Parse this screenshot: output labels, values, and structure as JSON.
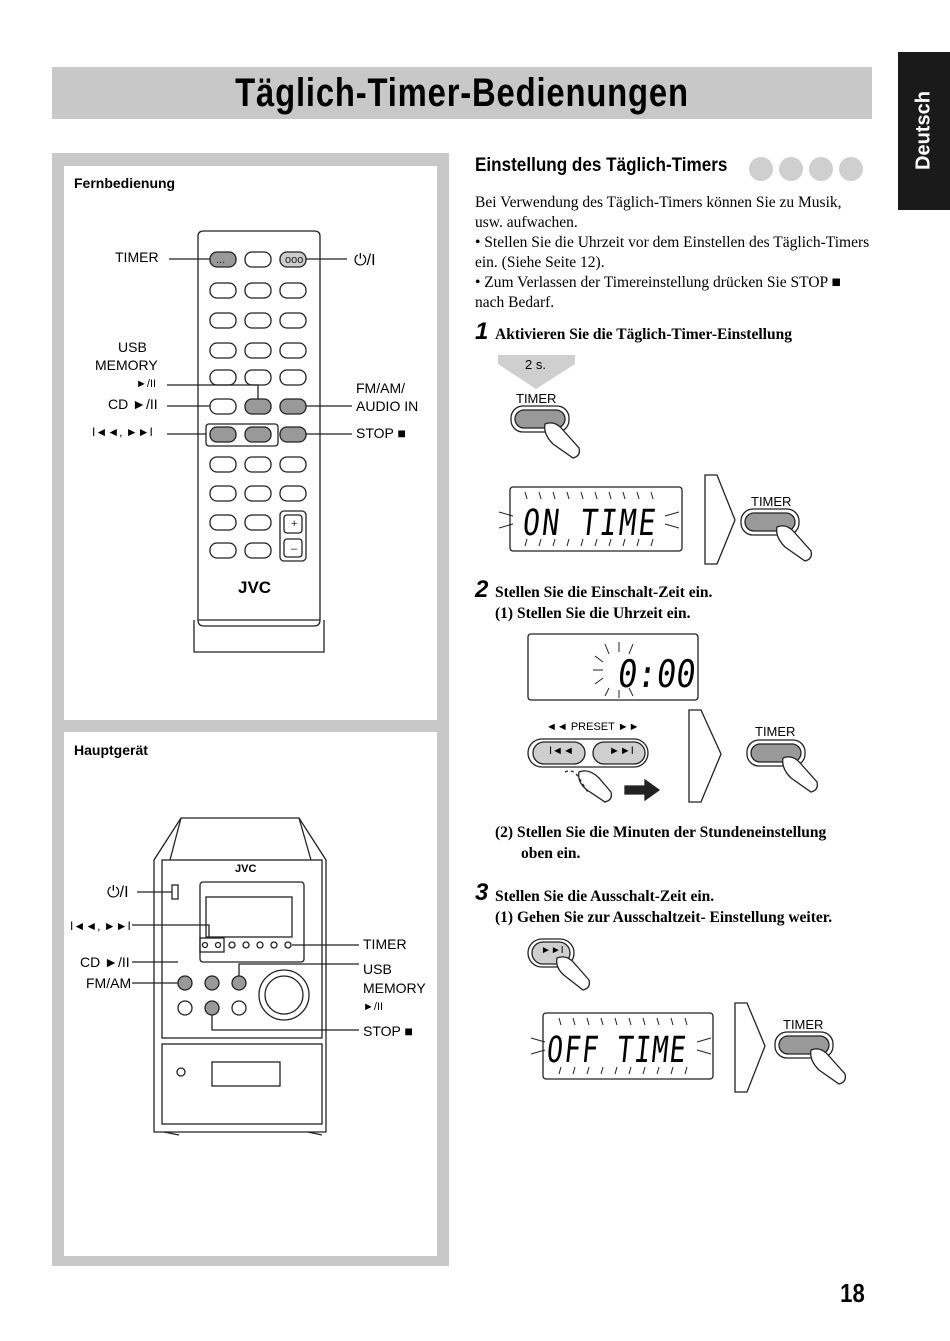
{
  "page": {
    "title": "Täglich-Timer-Bedienungen",
    "language_tab": "Deutsch",
    "page_number": "18"
  },
  "left": {
    "remote_title": "Fernbedienung",
    "remote_labels": {
      "timer": "TIMER",
      "power": "⏻/I",
      "usb": "USB",
      "memory": "MEMORY",
      "play_pause": "►/II",
      "cd": "CD ►/II",
      "skip": "I◄◄, ►►I",
      "fm_am_1": "FM/AM/",
      "fm_am_2": "AUDIO IN",
      "stop": "STOP ■",
      "brand": "JVC"
    },
    "main_title": "Hauptgerät",
    "main_labels": {
      "power": "⏻/I",
      "skip": "I◄◄, ►►I",
      "cd": "CD ►/II",
      "fm_am": "FM/AM",
      "timer": "TIMER",
      "usb": "USB",
      "memory": "MEMORY",
      "play_pause": "►/II",
      "stop": "STOP ■",
      "brand": "JVC"
    }
  },
  "right": {
    "heading": "Einstellung des Täglich-Timers",
    "intro": "Bei Verwendung des Täglich-Timers können Sie zu Musik, usw. aufwachen.",
    "bullets": [
      "• Stellen Sie die Uhrzeit vor dem Einstellen des Täglich-Timers ein. (Siehe Seite 12).",
      "• Zum Verlassen der Timereinstellung drücken Sie STOP ■ nach Bedarf."
    ],
    "steps": [
      {
        "num": "1",
        "text": "Aktivieren Sie die Täglich-Timer-Einstellung"
      },
      {
        "num": "2",
        "text": "Stellen Sie die Einschalt-Zeit ein.",
        "sub1": "(1)  Stellen Sie die Uhrzeit ein.",
        "sub2a": "(2)  Stellen Sie die Minuten der Stundeneinstellung",
        "sub2b": "oben ein."
      },
      {
        "num": "3",
        "text": "Stellen Sie die Ausschalt-Zeit ein.",
        "sub1": "(1)  Gehen Sie zur Ausschaltzeit- Einstellung weiter."
      }
    ],
    "figure": {
      "hold": "2 s.",
      "timer_btn": "TIMER",
      "lcd_on": "ON TIME",
      "lcd_clock": "0:00",
      "lcd_off": "OFF TIME",
      "preset": "◄◄ PRESET ►►"
    }
  }
}
